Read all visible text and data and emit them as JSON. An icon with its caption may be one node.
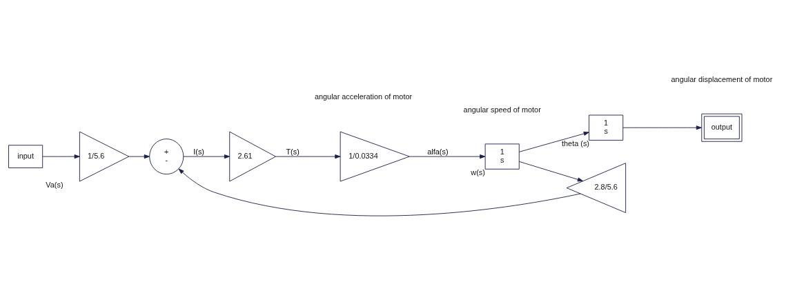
{
  "diagram": {
    "nodes": [
      {
        "text": [
          "input"
        ]
      },
      {
        "text": [
          "1/5.6"
        ],
        "beside": [
          "Va(s)"
        ]
      },
      {
        "text": [
          "+",
          "-"
        ]
      },
      {
        "text": [
          "2.61"
        ]
      },
      {
        "text": [
          "1/0.0334"
        ]
      },
      {
        "text": [
          "1",
          "s"
        ],
        "beside": [
          "w(s)"
        ]
      },
      {
        "text": [
          "1",
          "s"
        ],
        "beside": [
          "theta (s)"
        ]
      },
      {
        "text": [
          "output"
        ]
      },
      {
        "text": [
          "2.8/5.6"
        ]
      }
    ],
    "edges": [
      {
        "from": 0,
        "to": 1,
        "arrow": "to"
      },
      {
        "from": 1,
        "to": 2,
        "arrow": "to"
      },
      {
        "from": 2,
        "to": 3,
        "arrow": "to",
        "label": "I(s)"
      },
      {
        "from": 3,
        "to": 4,
        "arrow": "to",
        "label": "T(s)"
      },
      {
        "from": 4,
        "to": 5,
        "arrow": "to",
        "label": "alfa(s)"
      },
      {
        "from": 5,
        "to": 6,
        "arrow": "to"
      },
      {
        "from": 6,
        "to": 7,
        "arrow": "to"
      },
      {
        "from": 5,
        "to": 8,
        "arrow": "to"
      },
      {
        "from": 8,
        "to": 2,
        "arrow": "to"
      }
    ],
    "labels": [
      "angular acceleration of motor",
      "angular speed of motor",
      "angular displacement of motor"
    ]
  }
}
